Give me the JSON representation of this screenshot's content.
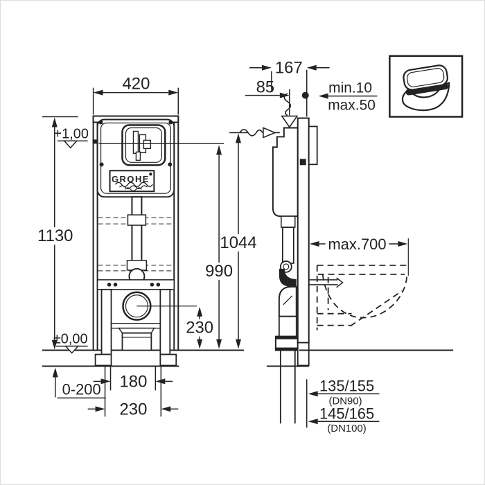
{
  "colors": {
    "background": "#ffffff",
    "ink": "#222222",
    "border": "#dcdcdc"
  },
  "brand": {
    "logo_text": "GROHE"
  },
  "front_view": {
    "dims": {
      "frame_width": "420",
      "frame_height": "1130",
      "upper_datum": "+1,00",
      "floor_datum": "±0,00",
      "outlet_center_height": "230",
      "foot_adjust_range": "0-200",
      "fixing_spacing_inner": "180",
      "fixing_spacing_outer": "230"
    }
  },
  "side_view": {
    "dims": {
      "top_depth": "167",
      "supply_offset": "85",
      "wall_min": "min.10",
      "wall_max": "max.50",
      "supply_height": "1044",
      "actuation_height": "990",
      "bowl_projection": "max.700",
      "outlet_dn90": "135/155",
      "outlet_dn90_label": "(DN90)",
      "outlet_dn100": "145/165",
      "outlet_dn100_label": "(DN100)"
    }
  },
  "legend": {
    "icon": "wall-hung-toilet-icon"
  }
}
